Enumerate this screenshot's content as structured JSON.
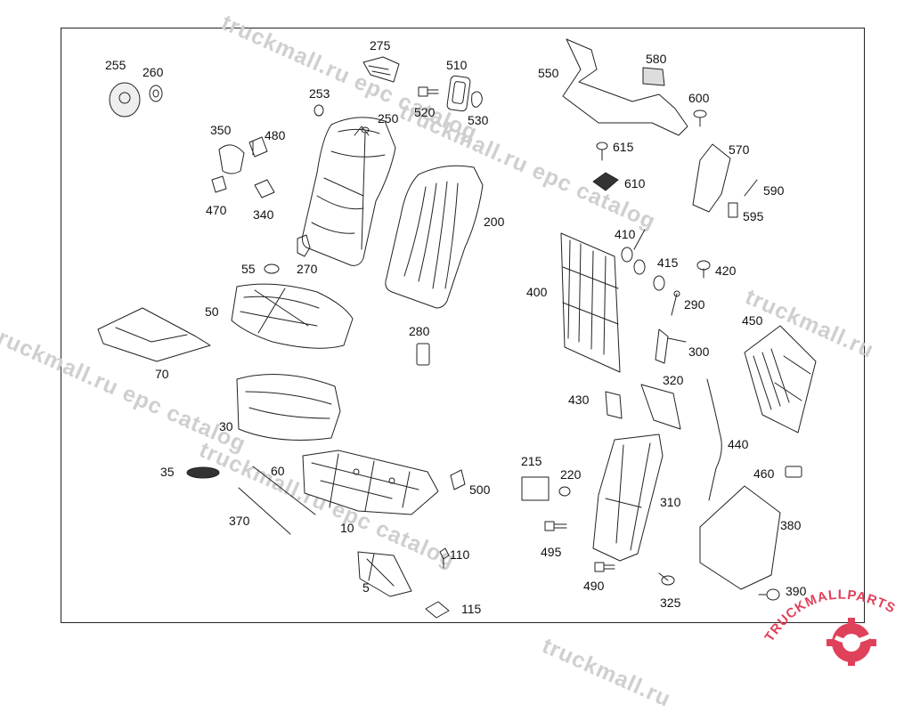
{
  "watermark": {
    "text": "truckmall.ru epc catalog",
    "text_short": "truckmall.ru"
  },
  "brand": {
    "logo_text": "TRUCKMALLPARTS",
    "color": "#e0415a"
  },
  "labels": {
    "p255": "255",
    "p260": "260",
    "p275": "275",
    "p510": "510",
    "p253": "253",
    "p250": "250",
    "p520": "520",
    "p530": "530",
    "p550": "550",
    "p580": "580",
    "p600": "600",
    "p350": "350",
    "p480": "480",
    "p470": "470",
    "p340": "340",
    "p615": "615",
    "p610": "610",
    "p570": "570",
    "p590": "590",
    "p595": "595",
    "p200": "200",
    "p270": "270",
    "p55": "55",
    "p410": "410",
    "p415": "415",
    "p420": "420",
    "p400": "400",
    "p290": "290",
    "p50": "50",
    "p450": "450",
    "p70": "70",
    "p280": "280",
    "p300": "300",
    "p320": "320",
    "p430": "430",
    "p30": "30",
    "p440": "440",
    "p35": "35",
    "p60": "60",
    "p215": "215",
    "p220": "220",
    "p500": "500",
    "p460": "460",
    "p370": "370",
    "p310": "310",
    "p10": "10",
    "p380": "380",
    "p495": "495",
    "p110": "110",
    "p490": "490",
    "p5": "5",
    "p325": "325",
    "p390": "390",
    "p115": "115"
  }
}
